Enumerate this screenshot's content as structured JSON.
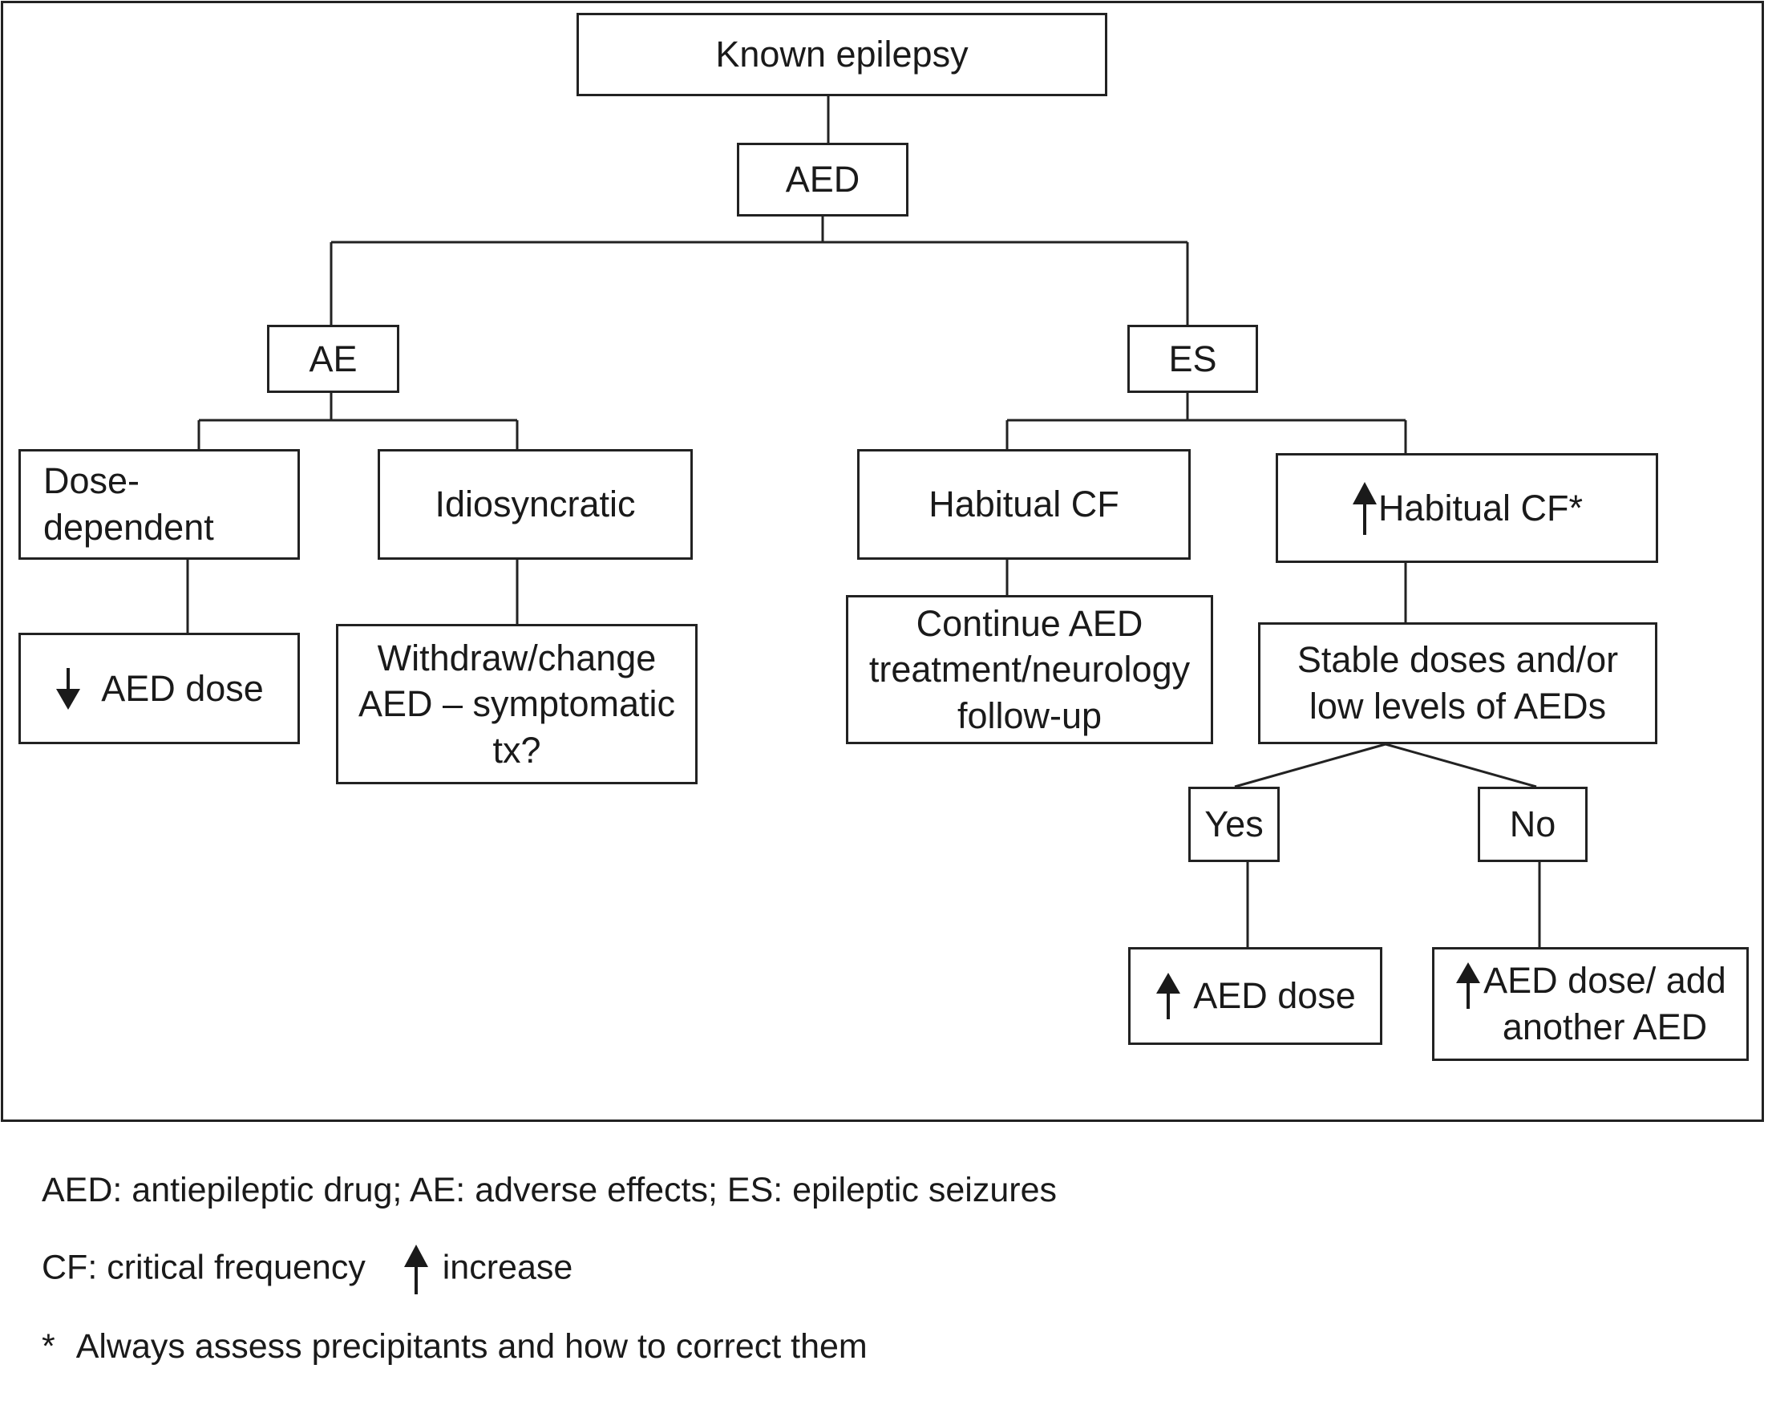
{
  "nodes": {
    "root": "Known epilepsy",
    "aed": "AED",
    "ae": "AE",
    "es": "ES",
    "dose_dependent": [
      "Dose-",
      "dependent"
    ],
    "idiosyncratic": "Idiosyncratic",
    "habitual_cf": "Habitual CF",
    "increased_habitual_cf": "Habitual CF*",
    "decrease_aed_dose": "AED dose",
    "withdraw_change": [
      "Withdraw/change",
      "AED – symptomatic",
      "tx?"
    ],
    "continue_aed": [
      "Continue AED",
      "treatment/neurology",
      "follow-up"
    ],
    "stable_doses": [
      "Stable doses and/or",
      "low levels of AEDs"
    ],
    "yes": "Yes",
    "no": "No",
    "increase_aed_dose": "AED dose",
    "increase_or_add": [
      "AED dose/ add",
      "another AED"
    ]
  },
  "legend": {
    "abbreviations": "AED: antiepileptic drug; AE: adverse effects; ES: epileptic seizures",
    "cf": "CF: critical frequency",
    "increase": "increase",
    "footnote_marker": "*",
    "footnote": "Always assess precipitants and how to correct them"
  },
  "icons": {
    "up_arrow": "arrow-up-icon",
    "down_arrow": "arrow-down-icon"
  }
}
